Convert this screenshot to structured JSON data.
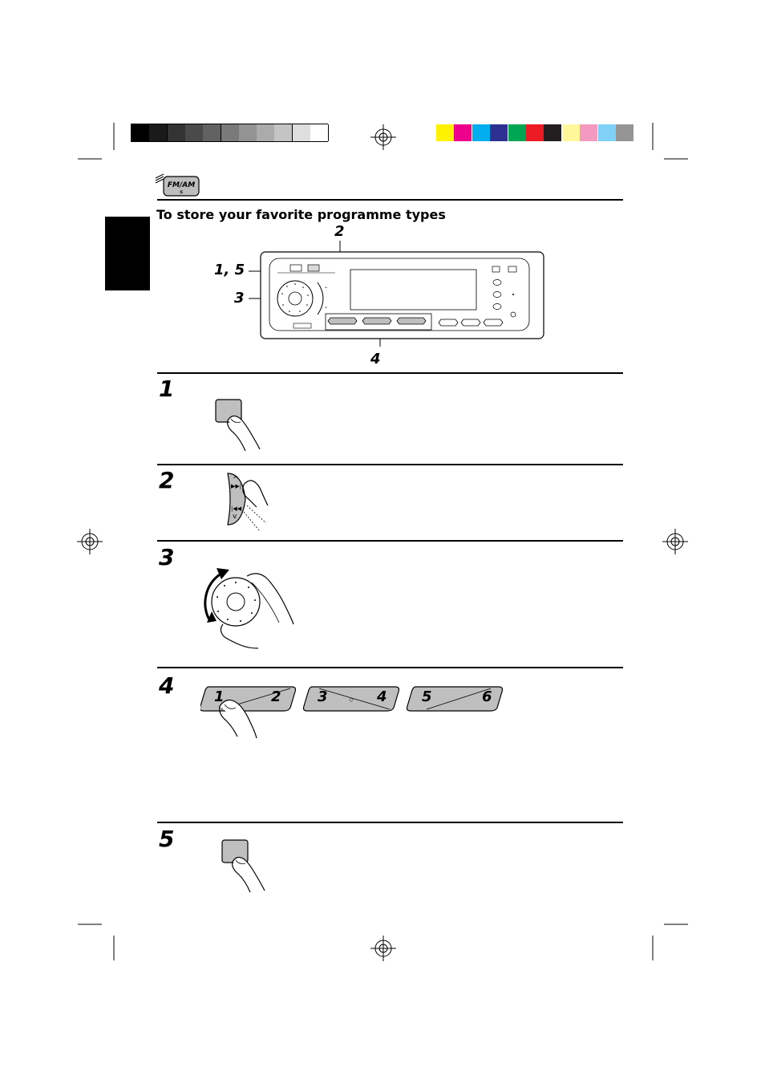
{
  "header": {
    "badge_label": "FM/AM",
    "section_title": "To store your favorite programme types"
  },
  "diagram_callouts": {
    "top": "2",
    "left_upper": "1, 5",
    "left_lower": "3",
    "bottom": "4"
  },
  "steps": [
    {
      "number": "1"
    },
    {
      "number": "2"
    },
    {
      "number": "3"
    },
    {
      "number": "4"
    },
    {
      "number": "5"
    }
  ],
  "preset_buttons": [
    {
      "left": "1",
      "right": "2"
    },
    {
      "left": "3",
      "right": "4"
    },
    {
      "left": "5",
      "right": "6"
    }
  ],
  "colors": {
    "gray_scale": [
      "#000000",
      "#1a1a1a",
      "#333333",
      "#4a4a4a",
      "#626262",
      "#7a7a7a",
      "#939393",
      "#ababab",
      "#c4c4c4",
      "#dedede",
      "#ffffff"
    ],
    "color_scale": [
      "#fff200",
      "#ec008c",
      "#00aeef",
      "#2e3192",
      "#00a651",
      "#ed1c24",
      "#231f20",
      "#fff799",
      "#f49ac1",
      "#7fd1f7",
      "#959595"
    ]
  }
}
